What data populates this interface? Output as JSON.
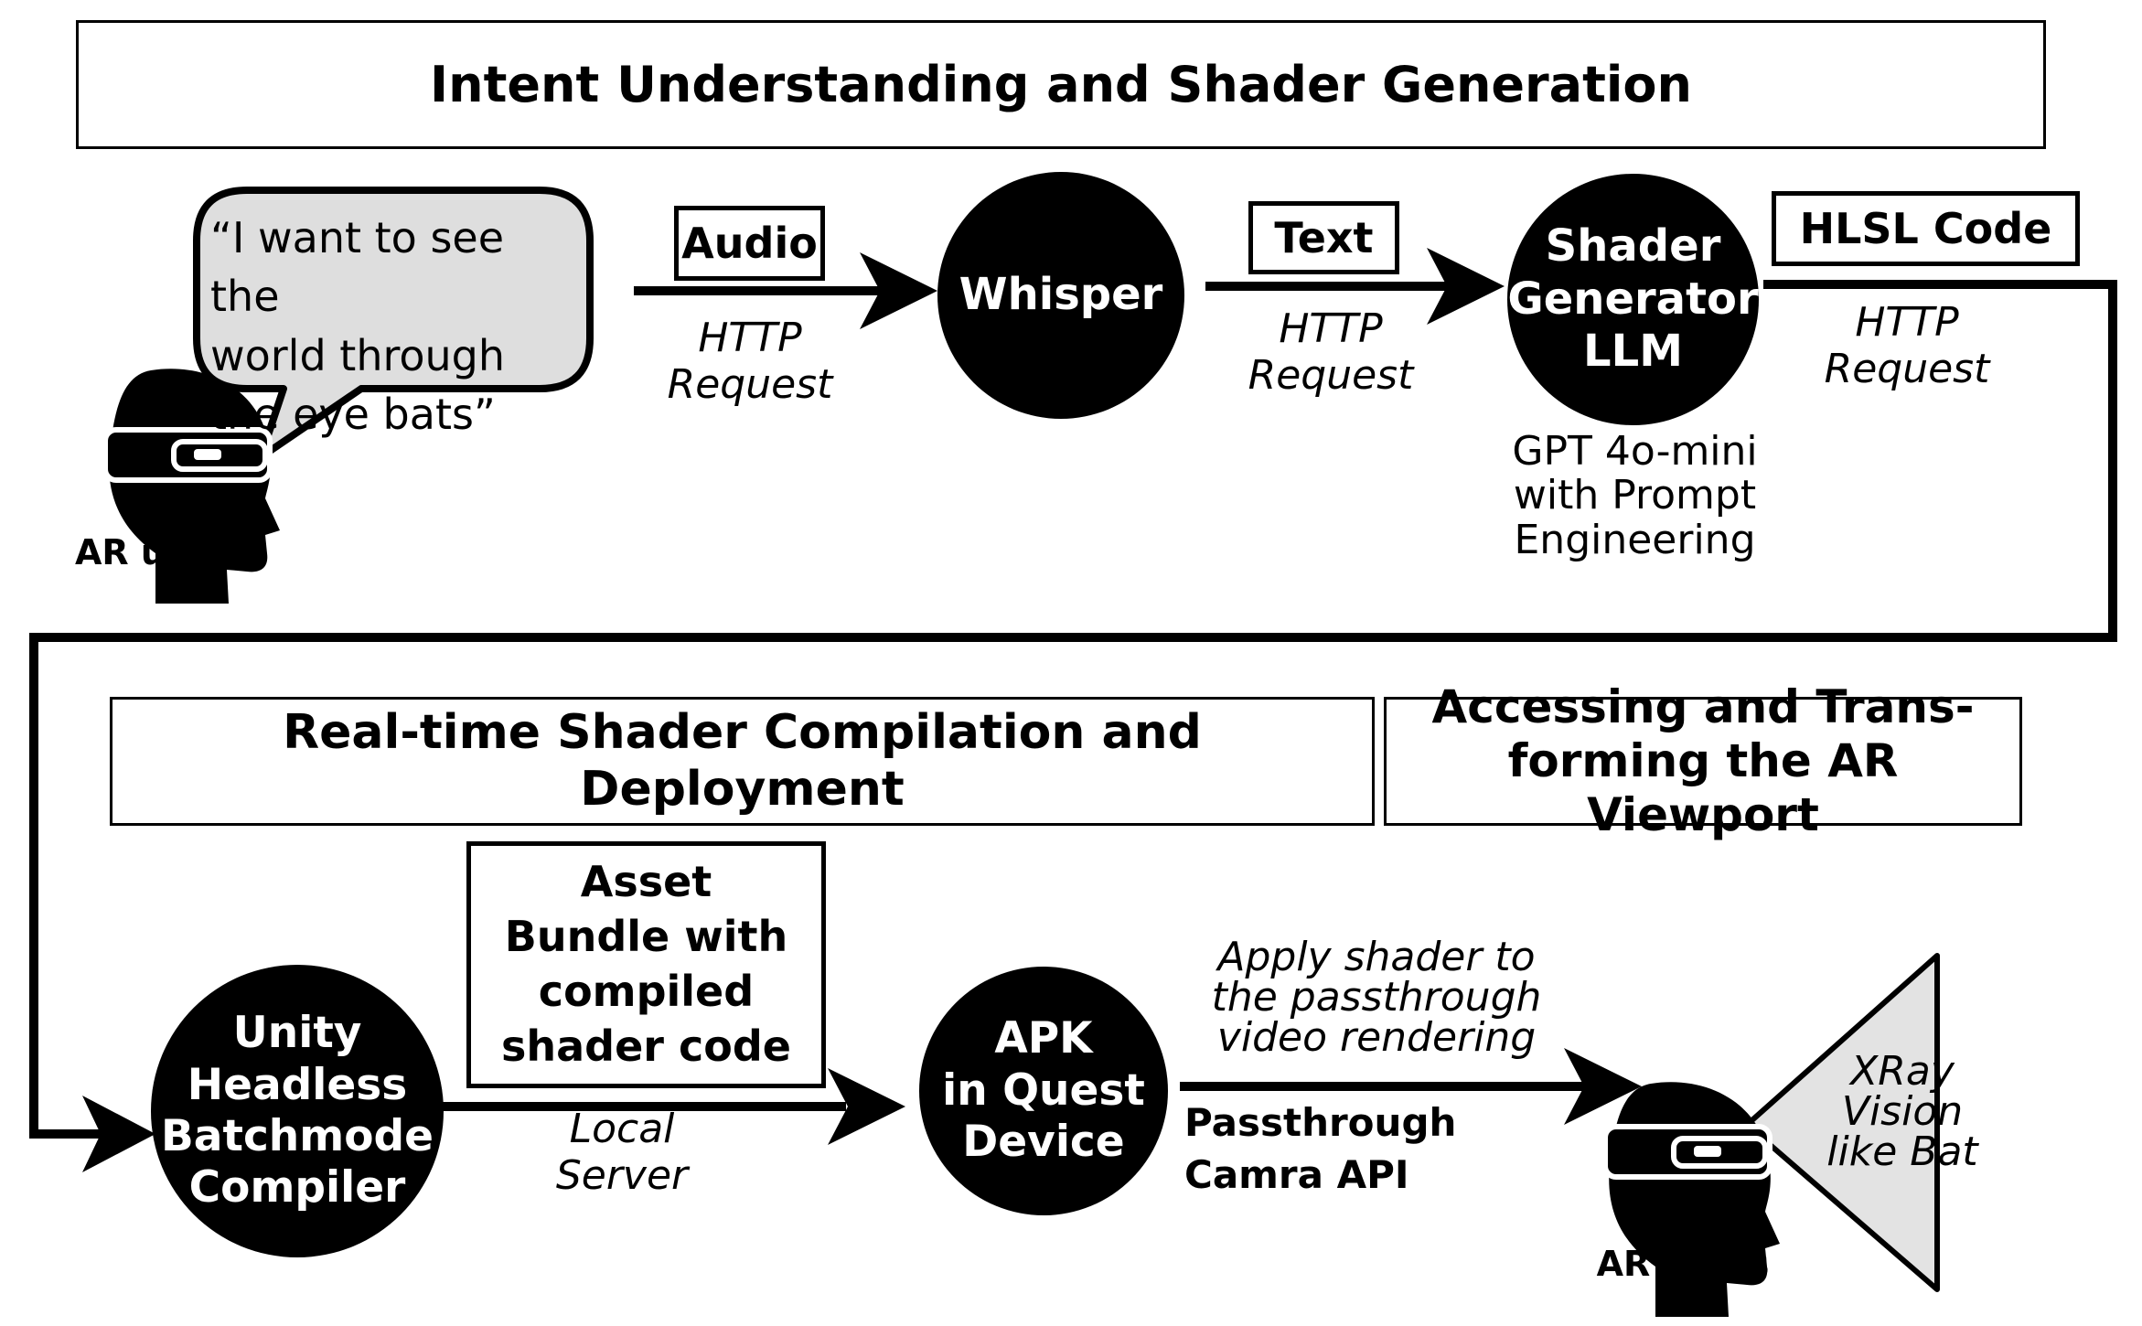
{
  "sections": {
    "intent": "Intent Understanding and Shader Generation",
    "compilation": "Real-time Shader Compilation and Deployment",
    "accessing": "Accessing and Trans-\nforming the AR Viewport"
  },
  "speech_bubble": "“I want to see the\nworld through\nthe eye bats”",
  "users": {
    "top_label": "AR users",
    "bottom_label": "AR users"
  },
  "tags": {
    "audio": "Audio",
    "text": "Text",
    "hlsl": "HLSL Code",
    "asset_bundle": "Asset\nBundle with\ncompiled\nshader code"
  },
  "protocols": {
    "http1": "HTTP\nRequest",
    "http2": "HTTP\nRequest",
    "http3": "HTTP\nRequest",
    "local_server": "Local\nServer"
  },
  "nodes": {
    "whisper": "Whisper",
    "shader_gen": "Shader\nGenerator\nLLM",
    "unity": "Unity\nHeadless\nBatchmode\nCompiler",
    "apk": "APK\nin Quest\nDevice"
  },
  "notes": {
    "gpt": "GPT 4o-mini\nwith Prompt\nEngineering",
    "apply_shader": "Apply shader to\nthe passthrough\nvideo rendering",
    "passthrough_api": "Passthrough\nCamra API",
    "xray": "XRay\nVision\nlike Bat"
  },
  "colors": {
    "stroke": "#000000",
    "bubble_fill": "#dedede",
    "cone_fill": "#e3e3e3"
  }
}
